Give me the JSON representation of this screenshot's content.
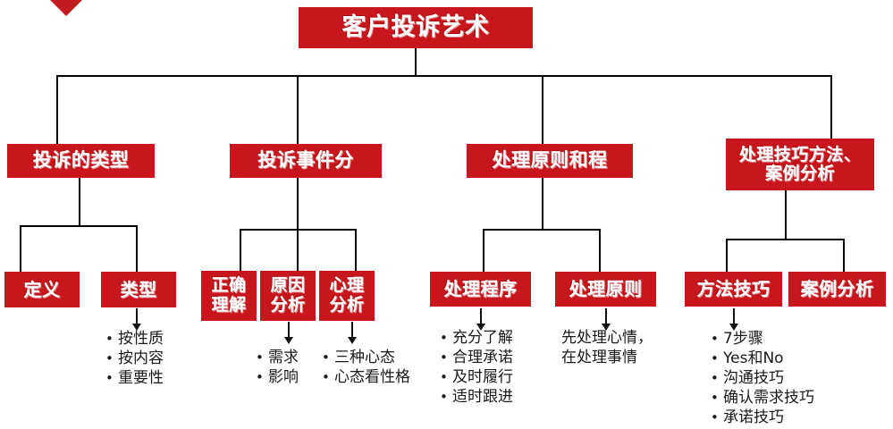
{
  "decor": {
    "triangle": "red-triangle",
    "accent_color": "#C8161D"
  },
  "root": {
    "label": "客户投诉艺术"
  },
  "level2": [
    {
      "id": "types",
      "label": "投诉的类型"
    },
    {
      "id": "events",
      "label": "投诉事件分"
    },
    {
      "id": "principles",
      "label": "处理原则和程"
    },
    {
      "id": "skills",
      "label": "处理技巧方法、\n案例分析",
      "line1": "处理技巧方法、",
      "line2": "案例分析"
    }
  ],
  "level3": [
    {
      "id": "definition",
      "label": "定义"
    },
    {
      "id": "category",
      "label": "类型"
    },
    {
      "id": "correct-understanding",
      "line1": "正确",
      "line2": "理解"
    },
    {
      "id": "cause-analysis",
      "line1": "原因",
      "line2": "分析"
    },
    {
      "id": "psychology-analysis",
      "line1": "心理",
      "line2": "分析"
    },
    {
      "id": "handling-procedure",
      "label": "处理程序"
    },
    {
      "id": "handling-principle",
      "label": "处理原则"
    },
    {
      "id": "methods-skills",
      "label": "方法技巧"
    },
    {
      "id": "case-analysis",
      "label": "案例分析"
    }
  ],
  "lists": {
    "category": [
      "按性质",
      "按内容",
      "重要性"
    ],
    "cause": [
      "需求",
      "影响"
    ],
    "psychology": [
      "三种心态",
      "心态看性格"
    ],
    "procedure": [
      "充分了解",
      "合理承诺",
      "及时履行",
      "适时跟进"
    ],
    "principle_text": {
      "line1": "先处理心情，",
      "line2": "在处理事情"
    },
    "methods": [
      "7步骤",
      "Yes和No",
      "沟通技巧",
      "确认需求技巧",
      "承诺技巧"
    ]
  },
  "bullet_glyph": "•"
}
